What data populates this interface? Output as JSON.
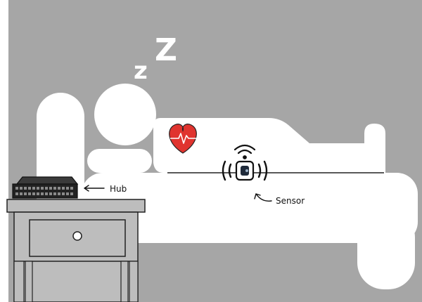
{
  "scene": {
    "sleep_letters": [
      "z",
      "Z"
    ],
    "hub_label": "Hub",
    "sensor_label": "Sensor"
  },
  "colors": {
    "background": "#a6a6a6",
    "figure": "#ffffff",
    "heart": "#e0342f",
    "device": "#222222",
    "nightstand": "#bdbdbd",
    "outline": "#222222"
  },
  "icons": [
    "sleep-z-icon",
    "heart-pulse-icon",
    "wifi-icon",
    "sensor-device-icon",
    "network-hub-icon",
    "arrow-icon"
  ]
}
